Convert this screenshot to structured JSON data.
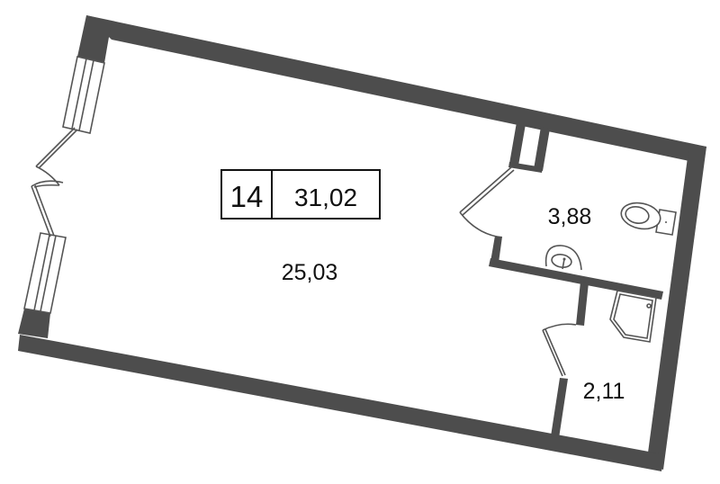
{
  "apartment": {
    "number": "14",
    "total_area": "31,02"
  },
  "rooms": [
    {
      "id": "living-room",
      "area": "25,03"
    },
    {
      "id": "bathroom",
      "area": "3,88"
    },
    {
      "id": "hallway-shower",
      "area": "2,11"
    }
  ],
  "fixtures": [
    {
      "id": "toilet",
      "room": "bathroom"
    },
    {
      "id": "washbasin",
      "room": "bathroom"
    },
    {
      "id": "shower-tray",
      "room": "hallway-shower"
    }
  ],
  "colors": {
    "wall": "#4d4d4d",
    "fixture_line": "#555555",
    "text": "#111111",
    "background": "#ffffff"
  }
}
